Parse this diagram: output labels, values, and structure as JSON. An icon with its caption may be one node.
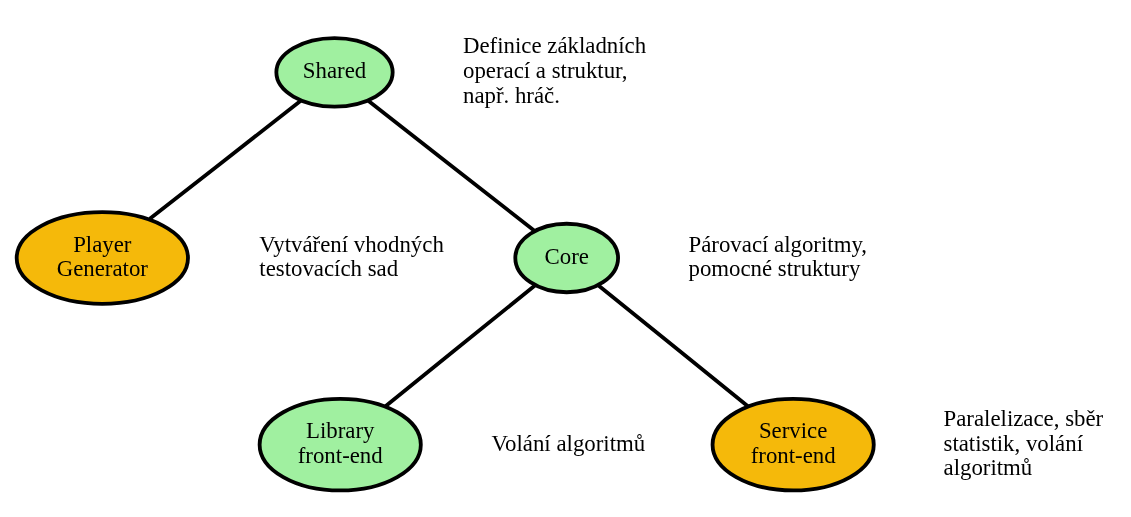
{
  "diagram": {
    "nodes": [
      {
        "text": [
          "Shared"
        ],
        "beside": [
          "Definice základních operací a struktur, např. hráč."
        ]
      },
      {
        "text": [
          "Player Generator"
        ],
        "beside": [
          "Vytváření vhodných testovacích sad"
        ]
      },
      {
        "text": [
          "Core"
        ],
        "beside": [
          "Párovací algoritmy, pomocné struktury"
        ]
      },
      {
        "text": [
          "Library front-end"
        ],
        "beside": [
          "Volání algoritmů"
        ]
      },
      {
        "text": [
          "Service front-end"
        ],
        "beside": [
          "Paralelizace, sběr statistik, volání algoritmů"
        ]
      }
    ],
    "edges": [
      {
        "from": 0,
        "to": 1,
        "arrow": "none"
      },
      {
        "from": 0,
        "to": 2,
        "arrow": "none"
      },
      {
        "from": 2,
        "to": 3,
        "arrow": "none"
      },
      {
        "from": 2,
        "to": 4,
        "arrow": "none"
      }
    ]
  }
}
